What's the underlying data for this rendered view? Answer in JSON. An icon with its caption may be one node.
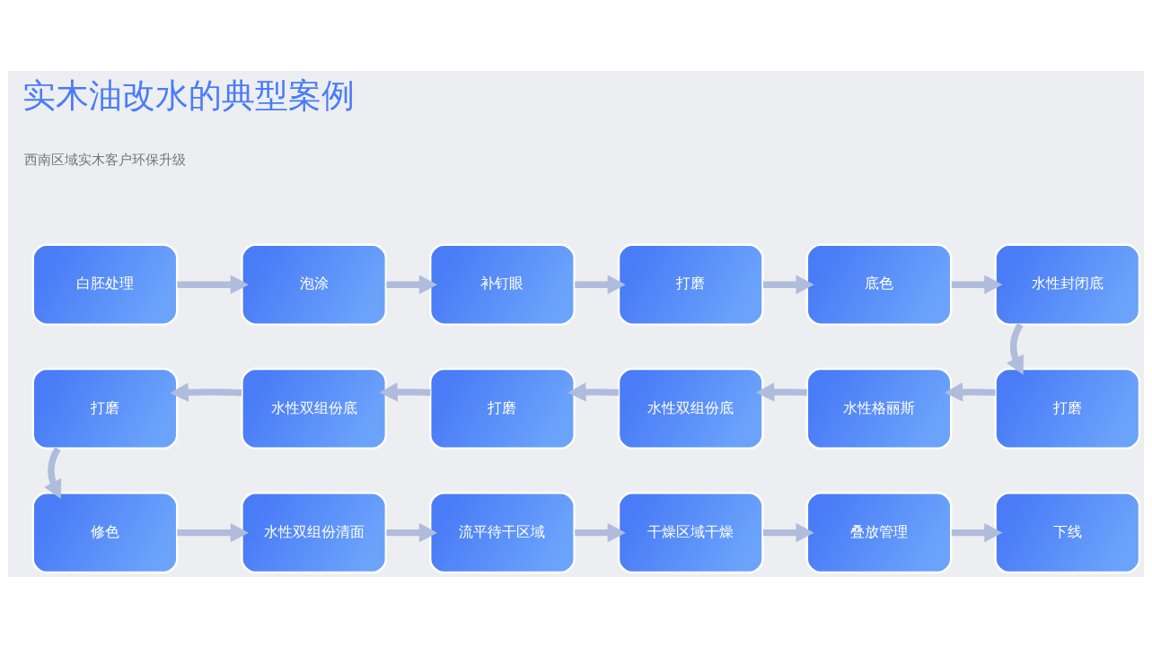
{
  "diagram": {
    "title": "实木油改水的典型案例",
    "nodes": [
      {
        "text": [
          "白胚处理"
        ]
      },
      {
        "text": [
          "泡涂"
        ]
      },
      {
        "text": [
          "补钉眼"
        ]
      },
      {
        "text": [
          "打磨"
        ]
      },
      {
        "text": [
          "底色"
        ]
      },
      {
        "text": [
          "水性封闭底"
        ]
      },
      {
        "text": [
          "打磨"
        ]
      },
      {
        "text": [
          "水性格丽斯"
        ]
      },
      {
        "text": [
          "水性双组份底"
        ]
      },
      {
        "text": [
          "打磨"
        ]
      },
      {
        "text": [
          "水性双组份底"
        ]
      },
      {
        "text": [
          "打磨"
        ]
      },
      {
        "text": [
          "修色"
        ]
      },
      {
        "text": [
          "水性双组份清面"
        ]
      },
      {
        "text": [
          "流平待干区域"
        ]
      },
      {
        "text": [
          "干燥区域干燥"
        ]
      },
      {
        "text": [
          "叠放管理"
        ]
      },
      {
        "text": [
          "下线"
        ]
      }
    ],
    "edges": [
      {
        "from": 0,
        "to": 1,
        "arrow": "to"
      },
      {
        "from": 1,
        "to": 2,
        "arrow": "to"
      },
      {
        "from": 2,
        "to": 3,
        "arrow": "to"
      },
      {
        "from": 3,
        "to": 4,
        "arrow": "to"
      },
      {
        "from": 4,
        "to": 5,
        "arrow": "to"
      },
      {
        "from": 5,
        "to": 6,
        "arrow": "to"
      },
      {
        "from": 6,
        "to": 7,
        "arrow": "to"
      },
      {
        "from": 7,
        "to": 8,
        "arrow": "to"
      },
      {
        "from": 8,
        "to": 9,
        "arrow": "to"
      },
      {
        "from": 9,
        "to": 10,
        "arrow": "to"
      },
      {
        "from": 10,
        "to": 11,
        "arrow": "to"
      },
      {
        "from": 11,
        "to": 12,
        "arrow": "to"
      },
      {
        "from": 12,
        "to": 13,
        "arrow": "to"
      },
      {
        "from": 13,
        "to": 14,
        "arrow": "to"
      },
      {
        "from": 14,
        "to": 15,
        "arrow": "to"
      },
      {
        "from": 15,
        "to": 16,
        "arrow": "to"
      },
      {
        "from": 16,
        "to": 17,
        "arrow": "to"
      }
    ],
    "labels": [
      "西南区域实木客户环保升级"
    ]
  }
}
